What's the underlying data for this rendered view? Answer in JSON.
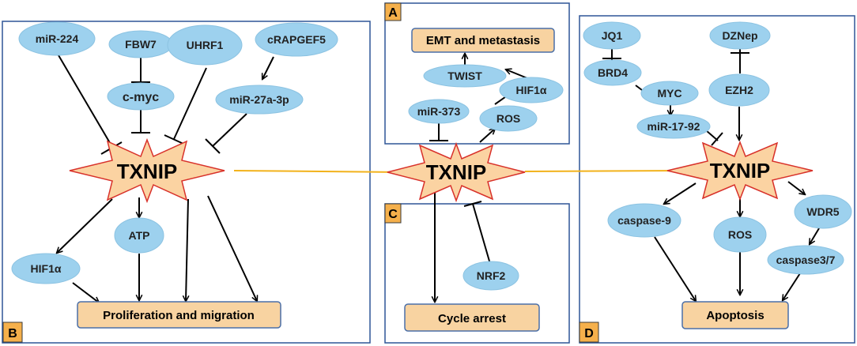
{
  "panels": [
    {
      "id": "A",
      "tag": "A"
    },
    {
      "id": "B",
      "tag": "B"
    },
    {
      "id": "C",
      "tag": "C"
    },
    {
      "id": "D",
      "tag": "D"
    }
  ],
  "nodes": {
    "b_mir224": "miR-224",
    "b_fbw7": "FBW7",
    "b_uhrf1": "UHRF1",
    "b_crapgef5": "cRAPGEF5",
    "b_cmyc": "c-myc",
    "b_mir27a": "miR-27a-3p",
    "b_atp": "ATP",
    "b_hif1a": "HIF1α",
    "a_twist": "TWIST",
    "a_hif1a": "HIF1α",
    "a_mir373": "miR-373",
    "a_ros": "ROS",
    "c_nrf2": "NRF2",
    "d_jq1": "JQ1",
    "d_dznep": "DZNep",
    "d_brd4": "BRD4",
    "d_myc": "MYC",
    "d_ezh2": "EZH2",
    "d_mir1792": "miR-17-92",
    "d_caspase9": "caspase-9",
    "d_ros": "ROS",
    "d_wdr5": "WDR5",
    "d_caspase37": "caspase3/7"
  },
  "outcomes": {
    "a": "EMT and metastasis",
    "b": "Proliferation and migration",
    "c": "Cycle arrest",
    "d": "Apoptosis"
  },
  "hubs": {
    "left": "TXNIP",
    "center": "TXNIP",
    "right": "TXNIP"
  },
  "edges": [
    {
      "from": "b_mir224",
      "to": "hub_left",
      "type": "inhibit"
    },
    {
      "from": "b_fbw7",
      "to": "b_cmyc",
      "type": "inhibit"
    },
    {
      "from": "b_cmyc",
      "to": "hub_left",
      "type": "inhibit"
    },
    {
      "from": "b_uhrf1",
      "to": "hub_left",
      "type": "inhibit"
    },
    {
      "from": "b_crapgef5",
      "to": "b_mir27a",
      "type": "activate"
    },
    {
      "from": "b_mir27a",
      "to": "hub_left",
      "type": "inhibit"
    },
    {
      "from": "hub_left",
      "to": "b_hif1a",
      "type": "activate"
    },
    {
      "from": "hub_left",
      "to": "b_atp",
      "type": "activate"
    },
    {
      "from": "hub_left",
      "to": "out_b",
      "type": "activate"
    },
    {
      "from": "b_hif1a",
      "to": "out_b",
      "type": "activate"
    },
    {
      "from": "b_atp",
      "to": "out_b",
      "type": "activate"
    },
    {
      "from": "a_mir373",
      "to": "hub_center",
      "type": "inhibit"
    },
    {
      "from": "hub_center",
      "to": "a_ros",
      "type": "activate"
    },
    {
      "from": "a_ros",
      "to": "a_hif1a",
      "type": "activate"
    },
    {
      "from": "a_hif1a",
      "to": "a_twist",
      "type": "activate"
    },
    {
      "from": "a_twist",
      "to": "out_a",
      "type": "activate"
    },
    {
      "from": "hub_center",
      "to": "out_c",
      "type": "activate"
    },
    {
      "from": "c_nrf2",
      "to": "hub_center",
      "type": "inhibit"
    },
    {
      "from": "d_jq1",
      "to": "d_brd4",
      "type": "inhibit"
    },
    {
      "from": "d_brd4",
      "to": "d_myc",
      "type": "activate"
    },
    {
      "from": "d_myc",
      "to": "d_mir1792",
      "type": "activate"
    },
    {
      "from": "d_mir1792",
      "to": "hub_right",
      "type": "inhibit"
    },
    {
      "from": "d_dznep",
      "to": "d_ezh2",
      "type": "inhibit"
    },
    {
      "from": "d_ezh2",
      "to": "hub_right",
      "type": "activate"
    },
    {
      "from": "hub_right",
      "to": "d_caspase9",
      "type": "activate"
    },
    {
      "from": "hub_right",
      "to": "d_ros",
      "type": "activate"
    },
    {
      "from": "hub_right",
      "to": "d_wdr5",
      "type": "activate"
    },
    {
      "from": "d_wdr5",
      "to": "d_caspase37",
      "type": "activate"
    },
    {
      "from": "d_caspase9",
      "to": "out_d",
      "type": "activate"
    },
    {
      "from": "d_ros",
      "to": "out_d",
      "type": "activate"
    },
    {
      "from": "d_caspase37",
      "to": "out_d",
      "type": "activate"
    },
    {
      "from": "hub_left",
      "to": "hub_center",
      "type": "association"
    },
    {
      "from": "hub_center",
      "to": "hub_right",
      "type": "association"
    }
  ]
}
